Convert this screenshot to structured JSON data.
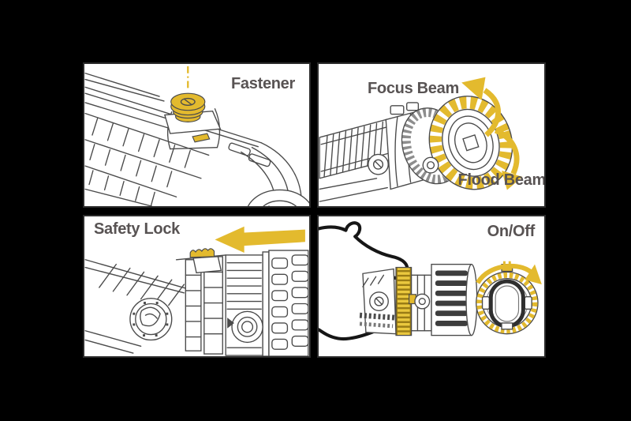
{
  "panels": {
    "fastener": {
      "title": "Fastener"
    },
    "beam": {
      "focus_title": "Focus Beam",
      "flood_title": "Flood Beam"
    },
    "safety_lock": {
      "title": "Safety Lock"
    },
    "power": {
      "title": "On/Off"
    }
  },
  "colors": {
    "highlight": "#e3ba2e",
    "line": "#4b4b4b",
    "label": "#585353",
    "panelbg": "#ffffff",
    "panelborder": "#2b2b2b",
    "pagebg": "#000000",
    "outline": "#161616"
  }
}
